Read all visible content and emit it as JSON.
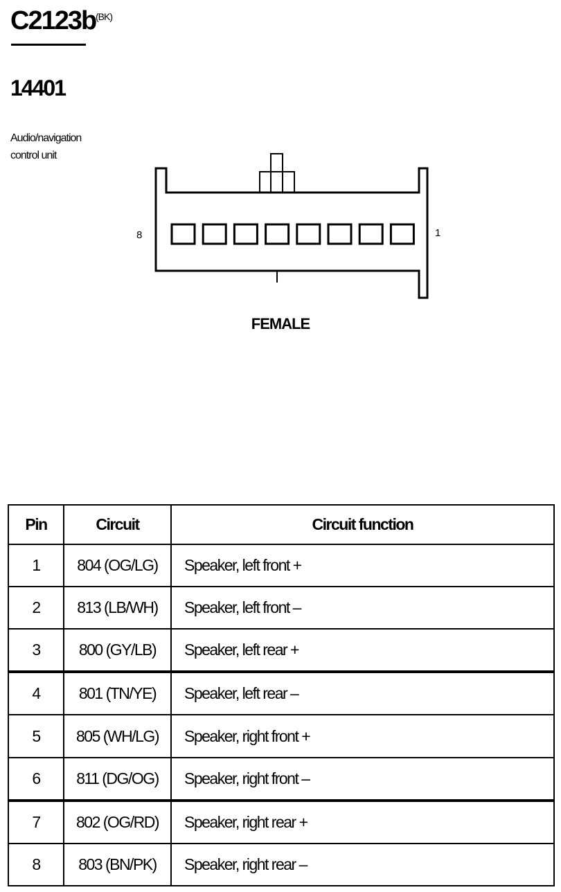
{
  "connector": {
    "id": "C2123b",
    "color": "(BK)",
    "part_number": "14401",
    "component_line1": "Audio/navigation",
    "component_line2": "control unit",
    "pin_label_left": "8",
    "pin_label_right": "1",
    "gender": "FEMALE",
    "cavity_count": 8
  },
  "table": {
    "headers": {
      "pin": "Pin",
      "circuit": "Circuit",
      "function": "Circuit function"
    },
    "rows": [
      {
        "pin": "1",
        "circuit": "804 (OG/LG)",
        "function": "Speaker, left front  +"
      },
      {
        "pin": "2",
        "circuit": "813 (LB/WH)",
        "function": "Speaker, left front  –"
      },
      {
        "pin": "3",
        "circuit": "800 (GY/LB)",
        "function": "Speaker, left rear  +"
      },
      {
        "pin": "4",
        "circuit": "801 (TN/YE)",
        "function": "Speaker, left rear  –"
      },
      {
        "pin": "5",
        "circuit": "805 (WH/LG)",
        "function": "Speaker, right front  +"
      },
      {
        "pin": "6",
        "circuit": "811 (DG/OG)",
        "function": "Speaker, right front  –"
      },
      {
        "pin": "7",
        "circuit": "802 (OG/RD)",
        "function": "Speaker, right rear  +"
      },
      {
        "pin": "8",
        "circuit": "803 (BN/PK)",
        "function": "Speaker, right rear  –"
      }
    ]
  }
}
